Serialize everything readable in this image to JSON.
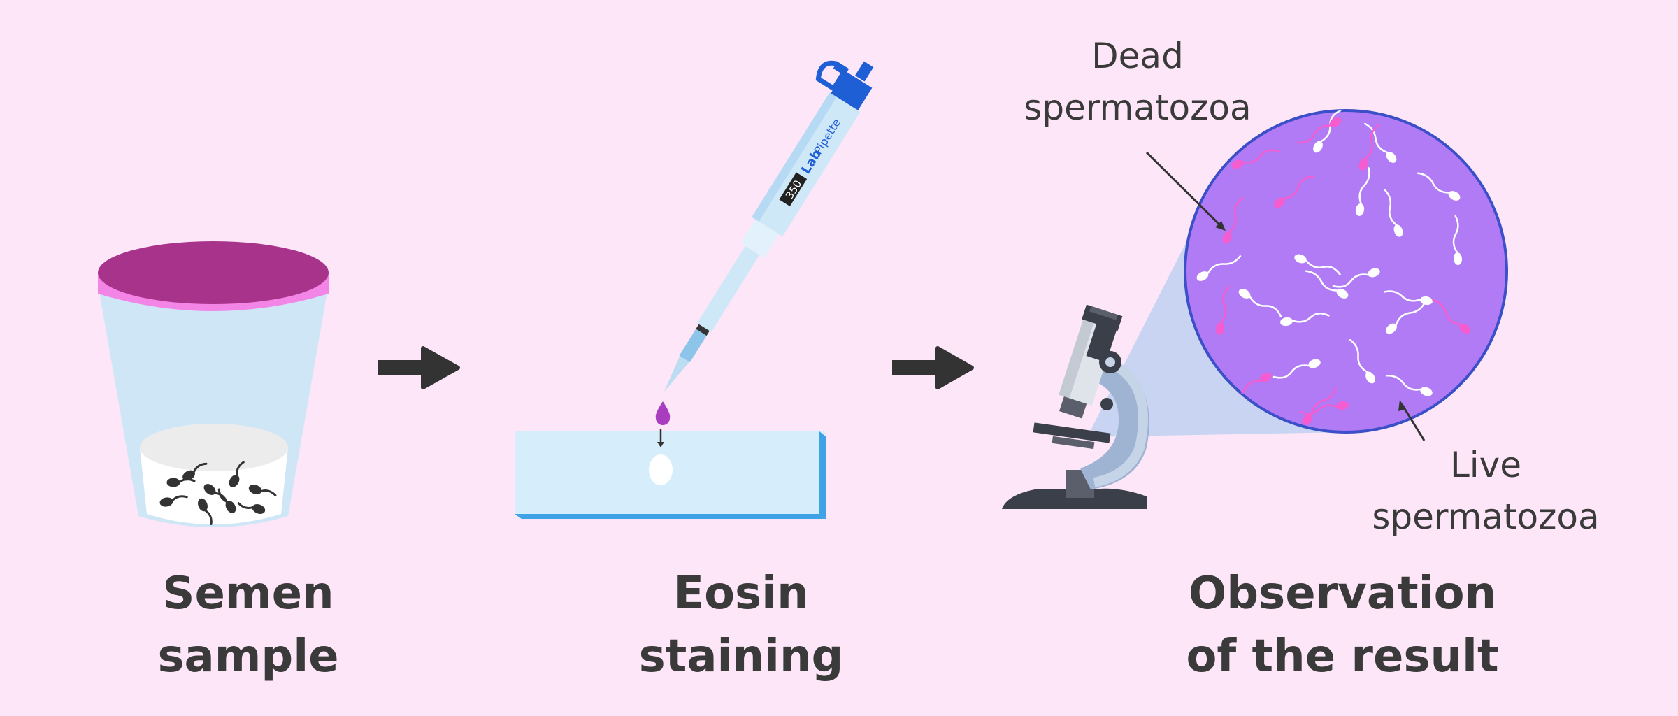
{
  "steps": [
    {
      "line1": "Semen",
      "line2": "sample"
    },
    {
      "line1": "Eosin",
      "line2": "staining"
    },
    {
      "line1": "Observation",
      "line2": "of the result"
    }
  ],
  "annotations": {
    "dead": {
      "line1": "Dead",
      "line2": "spermatozoa"
    },
    "live": {
      "line1": "Live",
      "line2": "spermatozoa"
    }
  },
  "pipette": {
    "display": "350",
    "brand": "Lab",
    "model": "Pipette"
  },
  "icons": [
    "sample-cup-icon",
    "pipette-icon",
    "microscope-icon",
    "magnifier-circle-icon"
  ],
  "colors": {
    "background": "#fde6f7",
    "lid": "#a8338a",
    "lid_band": "#f285e6",
    "cup": "#cfe6f7",
    "slide": "#d6eefc",
    "slide_edge": "#3ea3e6",
    "magnifier": "#b07bf5",
    "dead_sperm": "#f55ccf",
    "live_sperm": "#ffffff",
    "pipette_blue": "#1f5fd6",
    "eosin_drop": "#a83dbf",
    "arrow": "#333333"
  }
}
